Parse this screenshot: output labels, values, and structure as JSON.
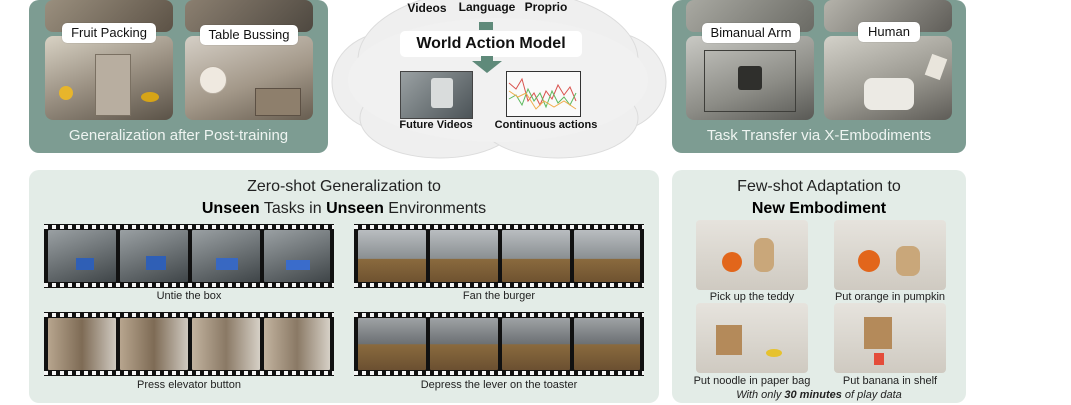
{
  "top_left": {
    "labels": [
      "Fruit Packing",
      "Table Bussing"
    ],
    "caption": "Generalization after Post-training"
  },
  "cloud": {
    "inputs": [
      "Videos",
      "Language",
      "Proprio"
    ],
    "model": "World Action Model",
    "outputs": [
      "Future Videos",
      "Continuous actions"
    ]
  },
  "top_right": {
    "labels": [
      "Bimanual Arm",
      "Human"
    ],
    "caption": "Task Transfer via X-Embodiments"
  },
  "zero_shot": {
    "title_line1": "Zero-shot Generalization to",
    "title_w1": "Unseen",
    "title_w2": " Tasks in ",
    "title_w3": "Unseen",
    "title_w4": " Environments",
    "tasks": [
      "Untie the box",
      "Fan the burger",
      "Press elevator button",
      "Depress the lever on the toaster"
    ]
  },
  "few_shot": {
    "title_line1": "Few-shot Adaptation to",
    "title_line2": "New Embodiment",
    "tasks": [
      "Pick up the teddy",
      "Put orange in pumpkin",
      "Put noodle in paper bag",
      "Put banana in shelf"
    ],
    "note_pre": "With only ",
    "note_bold": "30 minutes",
    "note_post": " of play data"
  },
  "colors": {
    "panel_dark": "#7d9c92",
    "panel_light": "#e3ece7",
    "arrow": "#5f8a7a"
  }
}
